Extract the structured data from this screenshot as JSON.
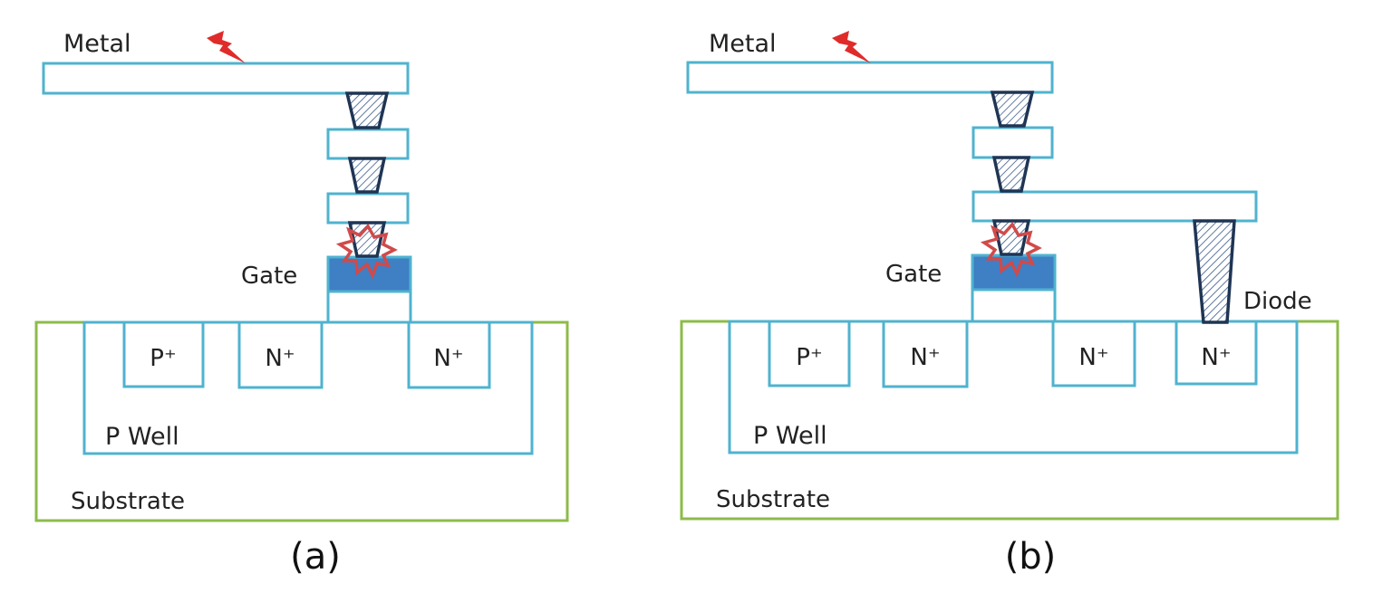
{
  "panels": [
    {
      "caption": "(a)",
      "labels": {
        "metal": "Metal",
        "gate": "Gate",
        "p_well": "P Well",
        "substrate": "Substrate",
        "diffusions": [
          "P⁺",
          "N⁺",
          "N⁺"
        ]
      }
    },
    {
      "caption": "(b)",
      "labels": {
        "metal": "Metal",
        "gate": "Gate",
        "p_well": "P Well",
        "substrate": "Substrate",
        "diode": "Diode",
        "diffusions": [
          "P⁺",
          "N⁺",
          "N⁺",
          "N⁺"
        ]
      }
    }
  ],
  "colors": {
    "layer_outline": "#4fb3cf",
    "substrate_outline": "#8dbb4a",
    "gate_fill": "#3f7fc4",
    "via_outline": "#1f3554",
    "charge_icon": "#e02b2b",
    "damage_marker": "#d04a4a"
  },
  "icons": {
    "charge": "lightning-bolt-icon",
    "damage": "burst-icon"
  }
}
